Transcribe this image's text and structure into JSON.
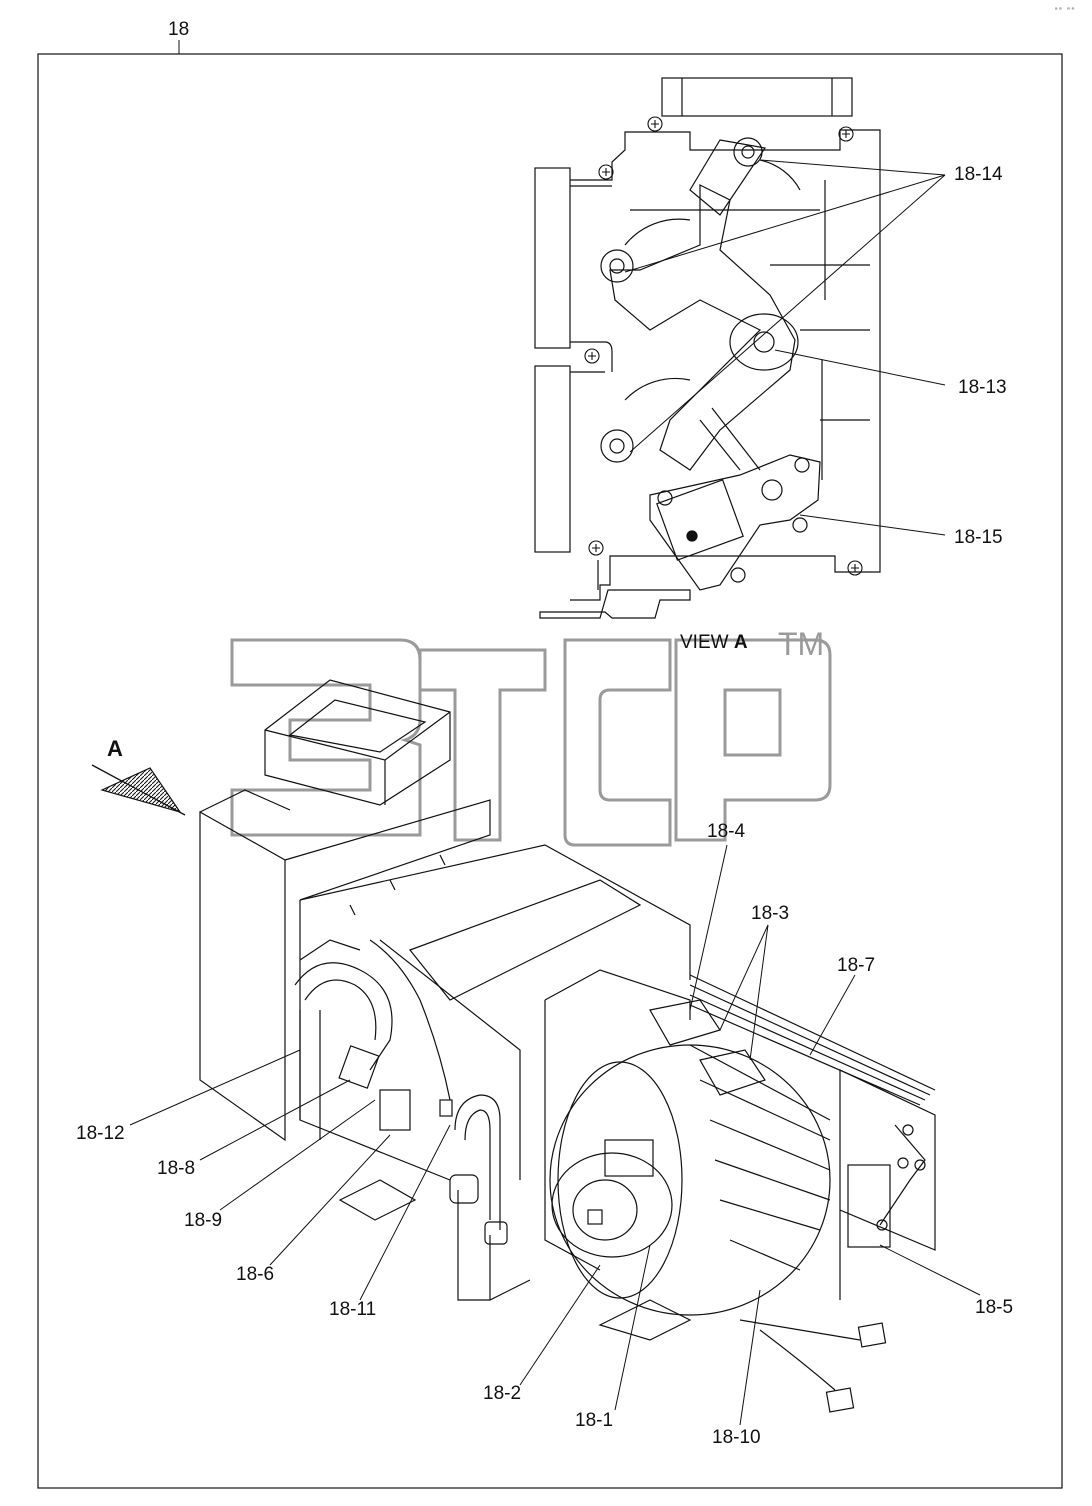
{
  "diagram": {
    "assembly_number": "18",
    "corner_mark": "ᵃᵐ ᵐᵐ",
    "view_label_prefix": "VIEW ",
    "view_label_letter": "A",
    "direction_arrow_letter": "A",
    "watermark_tm": "TM",
    "part_labels": {
      "p18_1": "18-1",
      "p18_2": "18-2",
      "p18_3": "18-3",
      "p18_4": "18-4",
      "p18_5": "18-5",
      "p18_6": "18-6",
      "p18_7": "18-7",
      "p18_8": "18-8",
      "p18_9": "18-9",
      "p18_10": "18-10",
      "p18_11": "18-11",
      "p18_12": "18-12",
      "p18_13": "18-13",
      "p18_14": "18-14",
      "p18_15": "18-15"
    }
  }
}
